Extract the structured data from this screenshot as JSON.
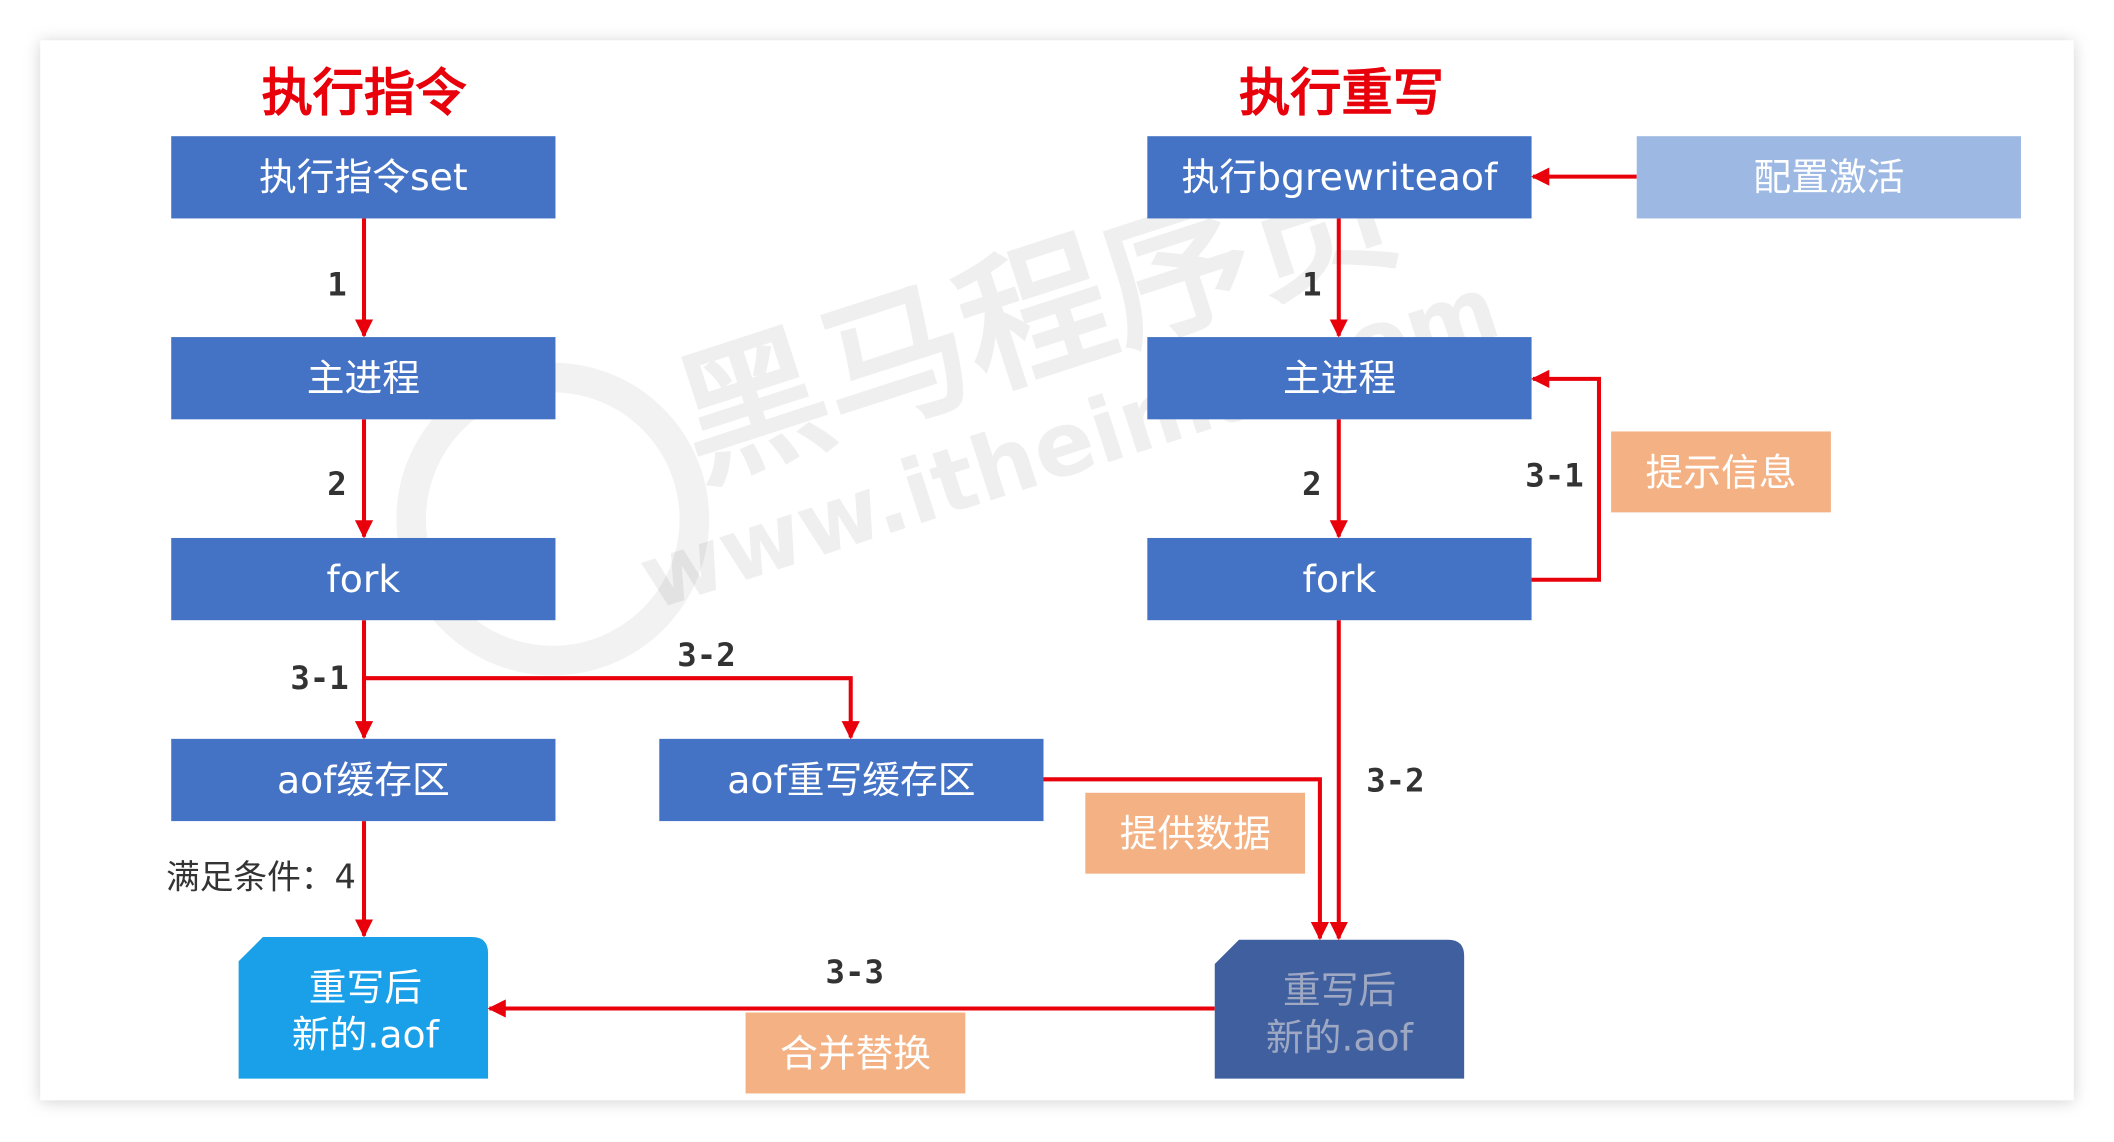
{
  "titles": {
    "left": "执行指令",
    "right": "执行重写"
  },
  "left": {
    "set": "执行指令set",
    "main": "主进程",
    "fork": "fork",
    "aof_buffer": "aof缓存区",
    "rewrite_buffer": "aof重写缓存区",
    "new_aof": [
      "重写后",
      "新的.aof"
    ]
  },
  "right": {
    "bgrewrite": "执行bgrewriteaof",
    "config": "配置激活",
    "main": "主进程",
    "fork": "fork",
    "notice": "提示信息",
    "provide": "提供数据",
    "new_aof": [
      "重写后",
      "新的.aof"
    ],
    "merge": "合并替换"
  },
  "steps": {
    "left_1": "1",
    "left_2": "2",
    "left_3_1": "3-1",
    "left_3_2": "3-2",
    "left_4": "满足条件：4",
    "right_1": "1",
    "right_2": "2",
    "right_3_1": "3-1",
    "right_3_2": "3-2",
    "right_3_3": "3-3"
  },
  "watermark": {
    "brand": "黑马程序员",
    "url": "www.itheima.com"
  },
  "colors": {
    "title": "#e8000b",
    "arrow": "#e8000b",
    "box": "#4472c4",
    "config_box": "#9db9e3",
    "note_box": "#f4b183",
    "new_aof_left": "#1aa0e8",
    "new_aof_right": "#3f5f9f",
    "new_aof_right_text": "#9ea8c2"
  }
}
